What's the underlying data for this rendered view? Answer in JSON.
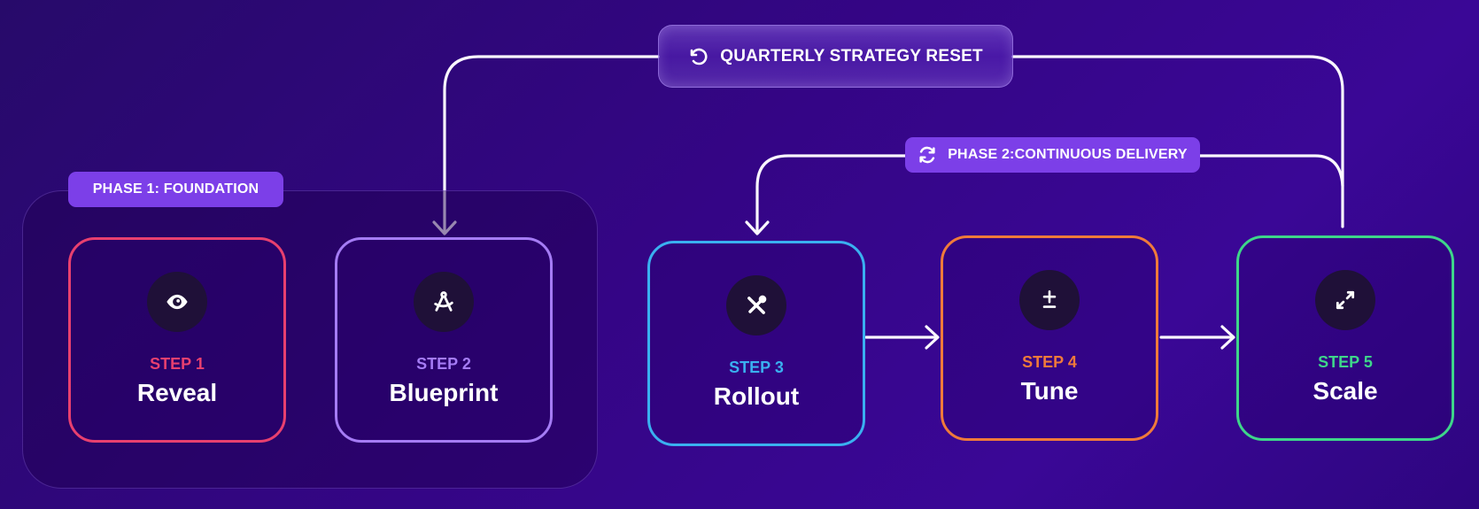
{
  "reset": {
    "label": "QUARTERLY STRATEGY RESET",
    "icon": "rotate-ccw-icon"
  },
  "phase1": {
    "label": "PHASE 1: FOUNDATION"
  },
  "phase2": {
    "label": "PHASE 2:CONTINUOUS DELIVERY",
    "icon": "refresh-icon"
  },
  "steps": [
    {
      "step": "STEP 1",
      "title": "Reveal",
      "icon": "eye-icon",
      "color": "#e8406f"
    },
    {
      "step": "STEP 2",
      "title": "Blueprint",
      "icon": "drafting-compass-icon",
      "color": "#a57cf5"
    },
    {
      "step": "STEP 3",
      "title": "Rollout",
      "icon": "tools-icon",
      "color": "#3ab0f0"
    },
    {
      "step": "STEP 4",
      "title": "Tune",
      "icon": "plus-minus-icon",
      "color": "#f07a3a"
    },
    {
      "step": "STEP 5",
      "title": "Scale",
      "icon": "expand-icon",
      "color": "#3ed68a"
    }
  ],
  "colors": {
    "pill": "#7c3fe8",
    "connector": "#ffffff"
  }
}
